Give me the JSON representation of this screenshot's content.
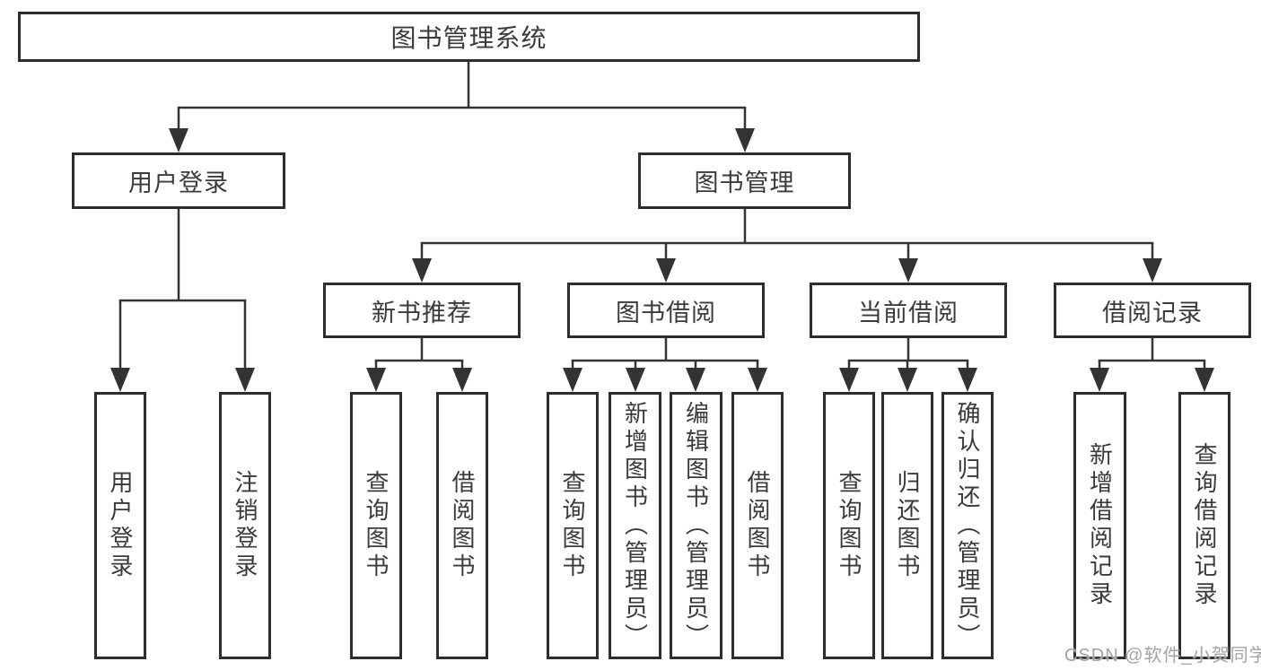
{
  "diagram": {
    "root": {
      "label": "图书管理系统"
    },
    "level2": [
      {
        "id": "user-login",
        "label": "用户登录"
      },
      {
        "id": "book-management",
        "label": "图书管理"
      }
    ],
    "level3": [
      {
        "id": "new-book-recommend",
        "parent": "book-management",
        "label": "新书推荐"
      },
      {
        "id": "book-borrow",
        "parent": "book-management",
        "label": "图书借阅"
      },
      {
        "id": "current-borrow",
        "parent": "book-management",
        "label": "当前借阅"
      },
      {
        "id": "borrow-records",
        "parent": "book-management",
        "label": "借阅记录"
      }
    ],
    "leaves": [
      {
        "parent": "user-login",
        "label": "用户登录"
      },
      {
        "parent": "user-login",
        "label": "注销登录"
      },
      {
        "parent": "new-book-recommend",
        "label": "查询图书"
      },
      {
        "parent": "new-book-recommend",
        "label": "借阅图书"
      },
      {
        "parent": "book-borrow",
        "label": "查询图书"
      },
      {
        "parent": "book-borrow",
        "label": "新增图书（管理员）"
      },
      {
        "parent": "book-borrow",
        "label": "编辑图书（管理员）"
      },
      {
        "parent": "book-borrow",
        "label": "借阅图书"
      },
      {
        "parent": "current-borrow",
        "label": "查询图书"
      },
      {
        "parent": "current-borrow",
        "label": "归还图书"
      },
      {
        "parent": "current-borrow",
        "label": "确认归还（管理员）"
      },
      {
        "parent": "borrow-records",
        "label": "新增借阅记录"
      },
      {
        "parent": "borrow-records",
        "label": "查询借阅记录"
      }
    ]
  },
  "watermark": {
    "text": "CSDN @软件_小贺同学"
  },
  "colors": {
    "line": "#333333",
    "border": "#2d2d2d",
    "text": "#3a3a3a",
    "watermark": "#a3a3a3",
    "background": "#ffffff"
  }
}
